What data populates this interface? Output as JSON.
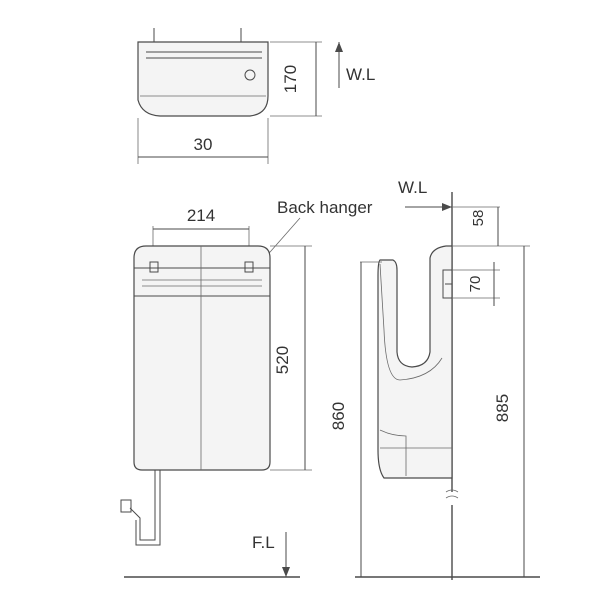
{
  "labels": {
    "wl_top": "W.L",
    "wl_side": "W.L",
    "fl": "F.L",
    "back_hanger": "Back hanger"
  },
  "dimensions": {
    "top_height": "170",
    "top_width": "30",
    "front_hanger_width": "214",
    "front_height": "520",
    "side_top_offset": "58",
    "side_hanger_height": "70",
    "side_total_height": "885",
    "side_floor_height": "860"
  }
}
